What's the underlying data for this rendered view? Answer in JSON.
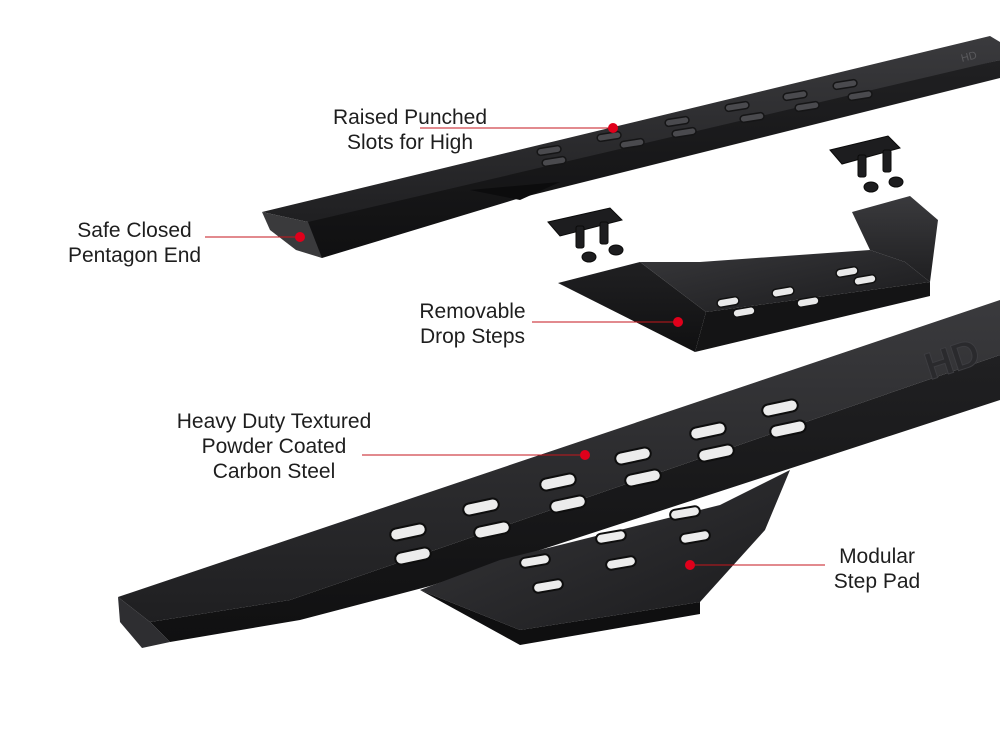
{
  "colors": {
    "leader": "#c4161c",
    "dot": "#e0001b",
    "steel_dark": "#1c1c1e",
    "steel_mid": "#2c2c2f",
    "slot": "#e9e9e9"
  },
  "callouts": [
    {
      "id": "raised-slots",
      "lines": [
        "Raised Punched",
        "Slots for High"
      ]
    },
    {
      "id": "pentagon-end",
      "lines": [
        "Safe Closed",
        "Pentagon End"
      ]
    },
    {
      "id": "drop-steps",
      "lines": [
        "Removable",
        "Drop Steps"
      ]
    },
    {
      "id": "powder-coated",
      "lines": [
        "Heavy Duty Textured",
        "Powder Coated",
        "Carbon Steel"
      ]
    },
    {
      "id": "step-pad",
      "lines": [
        "Modular",
        "Step Pad"
      ]
    }
  ]
}
